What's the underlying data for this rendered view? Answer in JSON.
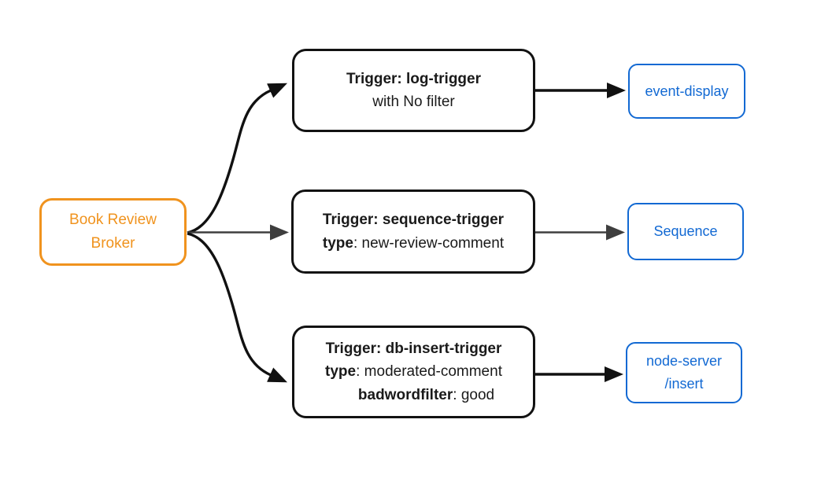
{
  "colors": {
    "canvas-bg": "#ffffff",
    "broker-accent": "#f0931e",
    "trigger-border": "#121212",
    "trigger-text": "#1a1a1a",
    "sink-accent": "#1269d3",
    "edge-dark": "#111111",
    "edge-gray": "#3e3e3e"
  },
  "broker": {
    "line1": "Book Review",
    "line2": "Broker"
  },
  "triggers": [
    {
      "title": "Trigger: log-trigger",
      "filter_note": "with No filter"
    },
    {
      "title": "Trigger: sequence-trigger",
      "attributes": [
        {
          "key": "type",
          "sep": ": ",
          "value": "new-review-comment"
        }
      ]
    },
    {
      "title": "Trigger: db-insert-trigger",
      "attributes": [
        {
          "key": "type",
          "sep": ": ",
          "value": "moderated-comment"
        },
        {
          "key": "badwordfilter",
          "sep": ": ",
          "value": "good"
        }
      ]
    }
  ],
  "sinks": [
    {
      "label": "event-display"
    },
    {
      "label": "Sequence"
    },
    {
      "label_line1": "node-server",
      "label_line2": "/insert"
    }
  ]
}
